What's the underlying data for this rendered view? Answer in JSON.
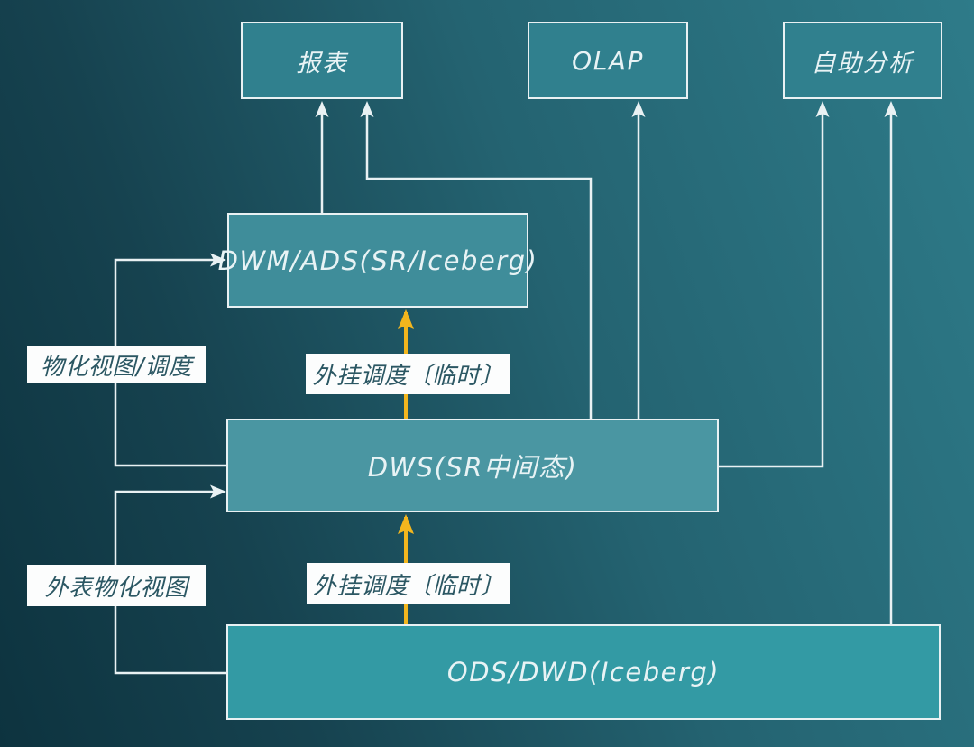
{
  "nodes": {
    "baobiao": {
      "label": "报表"
    },
    "olap": {
      "label": "OLAP"
    },
    "zizhu": {
      "label": "自助分析"
    },
    "dwm": {
      "label": "DWM/ADS(SR/Iceberg)"
    },
    "dws": {
      "label": "DWS(SR中间态)"
    },
    "ods": {
      "label": "ODS/DWD(Iceberg)"
    }
  },
  "edge_labels": {
    "mv_schedule": {
      "label": "物化视图/调度"
    },
    "external_schedule_upper": {
      "label": "外挂调度〔临时〕"
    },
    "external_mv": {
      "label": "外表物化视图"
    },
    "external_schedule_lower": {
      "label": "外挂调度〔临时〕"
    }
  },
  "edges": [
    {
      "from": "DWM/ADS(SR/Iceberg)",
      "to": "报表",
      "color": "white"
    },
    {
      "from": "DWS(SR中间态)",
      "to": "报表",
      "color": "white"
    },
    {
      "from": "DWS(SR中间态)",
      "to": "OLAP",
      "color": "white"
    },
    {
      "from": "DWS(SR中间态)",
      "to": "自助分析",
      "color": "white"
    },
    {
      "from": "ODS/DWD(Iceberg)",
      "to": "自助分析",
      "color": "white"
    },
    {
      "from": "DWS(SR中间态)",
      "to": "DWM/ADS(SR/Iceberg)",
      "label": "物化视图/调度",
      "color": "white"
    },
    {
      "from": "ODS/DWD(Iceberg)",
      "to": "DWS(SR中间态)",
      "label": "外表物化视图",
      "color": "white"
    },
    {
      "from": "DWS(SR中间态)",
      "to": "DWM/ADS(SR/Iceberg)",
      "label": "外挂调度〔临时〕",
      "color": "yellow"
    },
    {
      "from": "ODS/DWD(Iceberg)",
      "to": "DWS(SR中间态)",
      "label": "外挂调度〔临时〕",
      "color": "yellow"
    }
  ],
  "colors": {
    "bg-a": "#0d333f",
    "bg-b": "#16424f",
    "bg-c": "#246371",
    "bg-d": "#2e7b89",
    "arrow-white": "#e9f1f3",
    "arrow-yellow": "#f3b61e",
    "node-border": "#e9f1f3",
    "node-text": "#e8f3f5",
    "fill-top": "#30808e",
    "fill-dwm": "#3f8d9a",
    "fill-dws": "#4a96a2",
    "fill-ods": "#339aa4",
    "label-bg": "#fcfdfd",
    "label-text": "#2b5763"
  }
}
